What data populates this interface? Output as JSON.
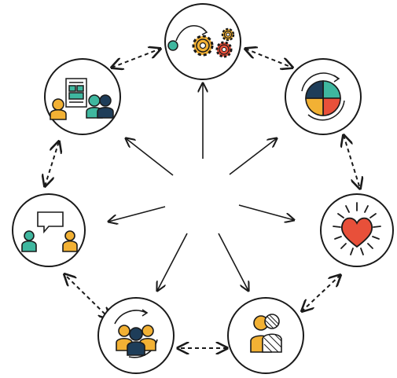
{
  "diagram": {
    "type": "cycle-with-hub",
    "nodes": [
      {
        "id": "process",
        "icon": "process-gears-icon"
      },
      {
        "id": "chart",
        "icon": "pie-chart-cycle-icon"
      },
      {
        "id": "love",
        "icon": "radiating-heart-icon"
      },
      {
        "id": "person",
        "icon": "shaded-people-icon"
      },
      {
        "id": "team",
        "icon": "team-cycle-icon"
      },
      {
        "id": "chat",
        "icon": "conversation-icon"
      },
      {
        "id": "board",
        "icon": "presentation-board-icon"
      }
    ],
    "cycle_links": [
      [
        "process",
        "chart"
      ],
      [
        "chart",
        "love"
      ],
      [
        "love",
        "person"
      ],
      [
        "person",
        "team"
      ],
      [
        "team",
        "chat"
      ],
      [
        "chat",
        "board"
      ],
      [
        "board",
        "process"
      ]
    ],
    "cycle_link_style": "dashed-bidirectional",
    "hub_link_style": "solid-single-arrow-outward"
  },
  "colors": {
    "outline": "#1a1a1a",
    "yellow": "#f2b134",
    "teal": "#3fb79f",
    "navy": "#1e3d59",
    "red": "#e8503a",
    "background": "#ffffff"
  }
}
